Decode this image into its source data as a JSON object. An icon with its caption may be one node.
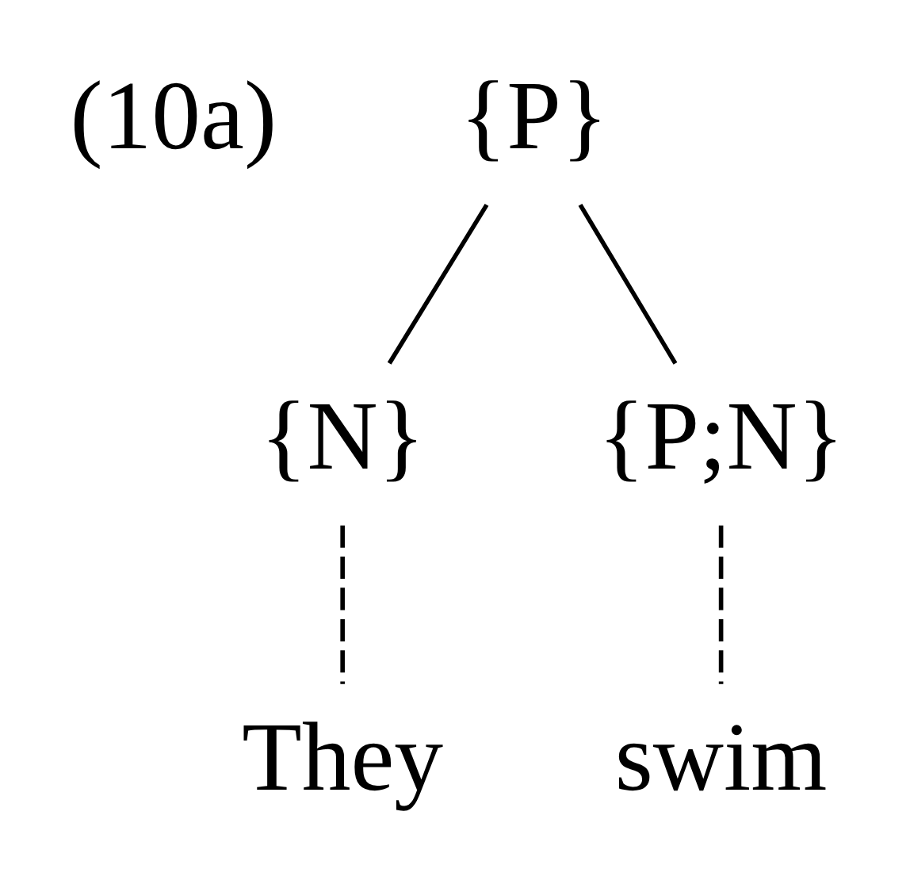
{
  "diagram": {
    "nodes": [
      {
        "text": [
          "{P}"
        ]
      },
      {
        "text": [
          "{N}"
        ]
      },
      {
        "text": [
          "{P;N}"
        ]
      },
      {
        "text": [
          "They"
        ]
      },
      {
        "text": [
          "swim"
        ]
      }
    ],
    "edges": [
      {
        "from": 0,
        "to": 1,
        "arrow": "none"
      },
      {
        "from": 0,
        "to": 2,
        "arrow": "none"
      },
      {
        "from": 1,
        "to": 3,
        "arrow": "none",
        "style": "dashed"
      },
      {
        "from": 2,
        "to": 4,
        "arrow": "none",
        "style": "dashed"
      }
    ],
    "labels": [
      "(10a)"
    ]
  }
}
